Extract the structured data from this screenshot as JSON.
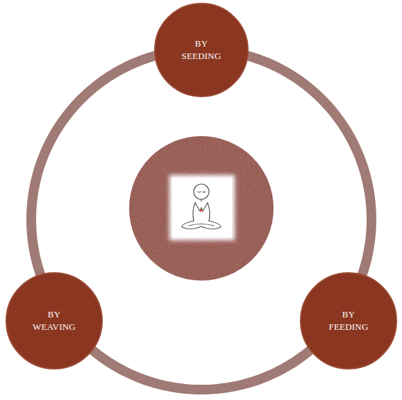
{
  "diagram": {
    "nodes": [
      {
        "text": [
          "BY SEEDING"
        ]
      },
      {
        "text": [
          "BY WEAVING"
        ]
      },
      {
        "text": [
          "BY FEEDING"
        ]
      }
    ],
    "edges": [
      {
        "from": 0,
        "to": 2,
        "arrow": "none"
      },
      {
        "from": 2,
        "to": 1,
        "arrow": "none"
      },
      {
        "from": 1,
        "to": 0,
        "arrow": "none"
      }
    ]
  }
}
